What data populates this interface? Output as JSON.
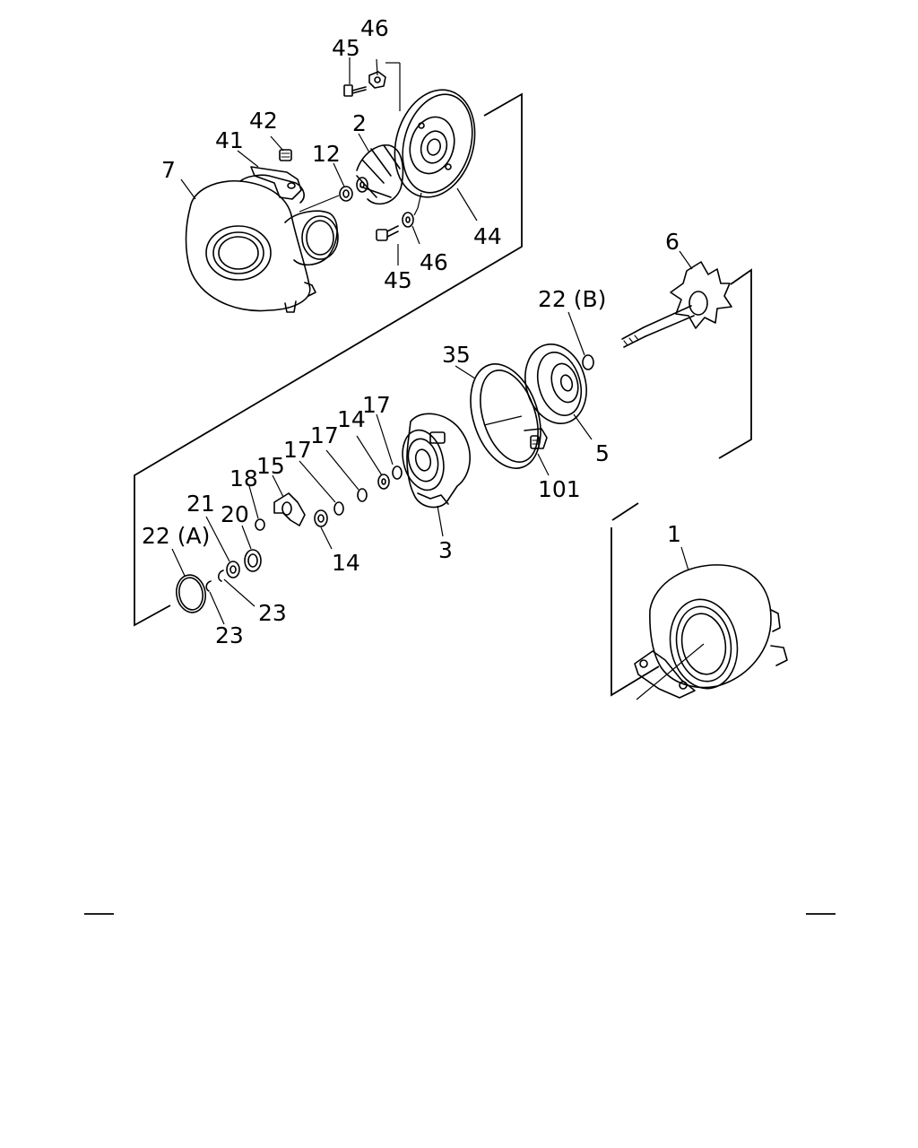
{
  "callouts": {
    "c46_top": "46",
    "c45_top": "45",
    "c42": "42",
    "c41": "41",
    "c2": "2",
    "c12": "12",
    "c7": "7",
    "c44": "44",
    "c46_bot": "46",
    "c45_bot": "45",
    "c6": "6",
    "c22b": "22 (B)",
    "c35": "35",
    "c17_a": "17",
    "c14_a": "14",
    "c17_b": "17",
    "c17_c": "17",
    "c15": "15",
    "c18": "18",
    "c21": "21",
    "c20": "20",
    "c22a": "22 (A)",
    "c5": "5",
    "c101": "101",
    "c3": "3",
    "c14_b": "14",
    "c23_a": "23",
    "c23_b": "23",
    "c1": "1"
  }
}
